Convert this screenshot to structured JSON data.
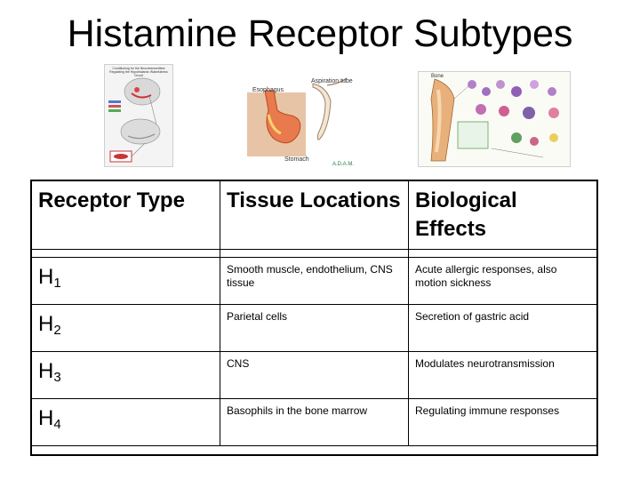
{
  "slide": {
    "title": "Histamine Receptor Subtypes"
  },
  "figures": {
    "brain": {
      "caption": "Conditioning for the Neurotransmitters Regulating the Hypothalamic Wakefulness Circuit"
    },
    "stomach": {
      "label_esophagus": "Esophagus",
      "label_tube": "Aspiration tube",
      "label_stomach": "Stomach",
      "credit": "A.D.A.M."
    },
    "cells": {
      "label_bone": "Bone"
    }
  },
  "table": {
    "headers": [
      "Receptor Type",
      "Tissue Locations",
      "Biological Effects"
    ],
    "rows": [
      {
        "receptor": "H",
        "sub": "1",
        "tissue": "Smooth muscle, endothelium, CNS tissue",
        "effects": "Acute allergic responses, also motion sickness"
      },
      {
        "receptor": "H",
        "sub": "2",
        "tissue": "Parietal cells",
        "effects": "Secretion of gastric acid"
      },
      {
        "receptor": "H",
        "sub": "3",
        "tissue": "CNS",
        "effects": "Modulates neurotransmission"
      },
      {
        "receptor": "H",
        "sub": "4",
        "tissue": "Basophils in the bone marrow",
        "effects": "Regulating immune responses"
      }
    ]
  },
  "colors": {
    "text": "#000000",
    "border": "#000000",
    "background": "#ffffff"
  }
}
